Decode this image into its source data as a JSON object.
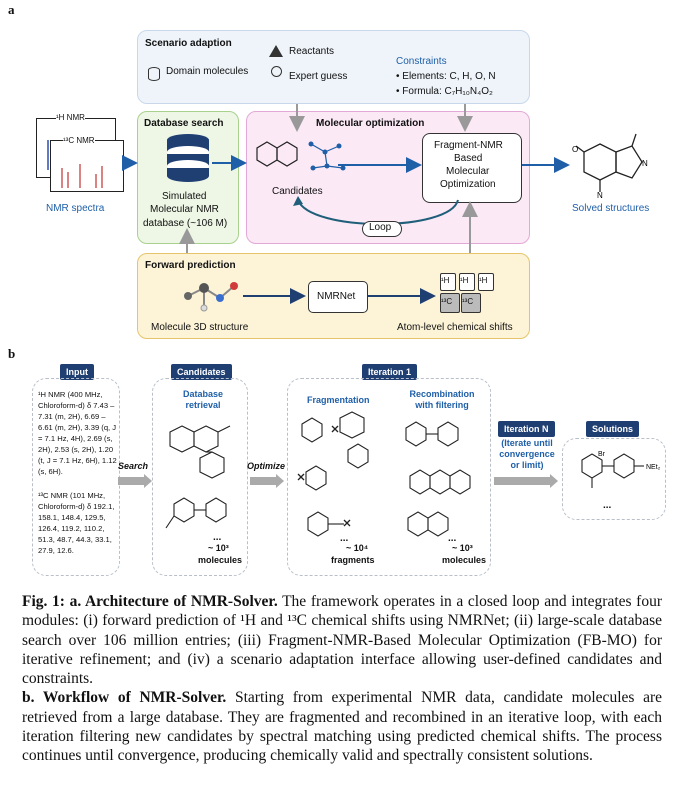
{
  "panel_a": {
    "label": "a",
    "scenario": {
      "title": "Scenario adaption",
      "domain_molecules": "Domain molecules",
      "reactants": "Reactants",
      "expert_guess": "Expert guess",
      "constraints_title": "Constraints",
      "constraint_1": "• Elements: C, H, O, N",
      "constraint_2": "• Formula: C₇H₁₀N₄O₂"
    },
    "nmr": {
      "h_label": "¹H NMR",
      "c_label": "¹³C NMR",
      "caption": "NMR spectra"
    },
    "db_search": {
      "title": "Database search",
      "text_1": "Simulated",
      "text_2": "Molecular NMR",
      "text_3": "database (~106 M)"
    },
    "mol_opt": {
      "title": "Molecular optimization",
      "candidates": "Candidates",
      "fb_1": "Fragment-NMR",
      "fb_2": "Based",
      "fb_3": "Molecular",
      "fb_4": "Optimization",
      "loop": "Loop"
    },
    "solved": "Solved structures",
    "forward": {
      "title": "Forward prediction",
      "mol3d": "Molecule 3D structure",
      "nmrnet": "NMRNet",
      "shifts": "Atom-level chemical shifts",
      "h1": "¹H",
      "h2": "¹H",
      "h3": "¹H",
      "c1": "¹³C",
      "c2": "¹³C"
    }
  },
  "panel_b": {
    "label": "b",
    "input_tag": "Input",
    "input_h": "¹H NMR (400 MHz, Chloroform-d) δ 7.43 – 7.31 (m, 2H), 6.69 – 6.61 (m, 2H), 3.39 (q, J = 7.1 Hz, 4H), 2.69 (s, 2H), 2.53 (s, 2H), 1.20 (t, J = 7.1 Hz, 6H), 1.12 (s, 6H).",
    "input_c": "¹³C NMR (101 MHz, Chloroform-d) δ 192.1, 158.1, 148.4, 129.5, 126.4, 119.2, 110.2, 51.3, 48.7, 44.3, 33.1, 27.9, 12.6.",
    "search": "Search",
    "candidates_tag": "Candidates",
    "db_retrieval": "Database retrieval",
    "cand_count": "~ 10³",
    "cand_unit": "molecules",
    "optimize": "Optimize",
    "iter1_tag": "Iteration 1",
    "fragmentation": "Fragmentation",
    "frag_count": "~ 10⁴",
    "frag_unit": "fragments",
    "recomb": "Recombination with filtering",
    "recomb_count": "~ 10³",
    "recomb_unit": "molecules",
    "iterN_tag": "Iteration N",
    "iterN_note": "(Iterate until convergence or limit)",
    "solutions_tag": "Solutions",
    "ellipsis": "..."
  },
  "caption": {
    "fig": "Fig. 1",
    "a_title": "a. Architecture of NMR-Solver.",
    "a_text": "The framework operates in a closed loop and integrates four modules: (i) forward prediction of ¹H and ¹³C chemical shifts using NMRNet; (ii) large-scale database search over 106 million entries; (iii) Fragment-NMR-Based Molecular Optimization (FB-MO) for iterative refinement; and (iv) a scenario adaptation interface allowing user-defined candidates and constraints.",
    "b_title": "b. Workflow of NMR-Solver.",
    "b_text": "Starting from experimental NMR data, candidate molecules are retrieved from a large database. They are fragmented and recombined in an iterative loop, with each iteration filtering new candidates by spectral matching using predicted chemical shifts. The process continues until convergence, producing chemically valid and spectrally consistent solutions."
  },
  "colors": {
    "blue": "#1f5fa8",
    "green_box": "#eef7e6",
    "pink_box": "#fbe9f6",
    "yellow_box": "#fdf4d8",
    "scenario_box": "#eef4fa",
    "navy": "#1f3f73"
  }
}
